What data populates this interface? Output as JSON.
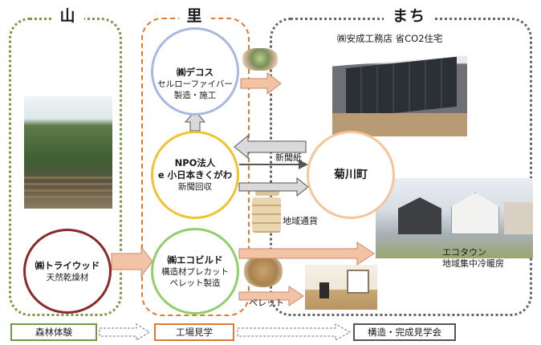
{
  "zones": {
    "yama": "山",
    "sato": "里",
    "machi": "まち"
  },
  "nodes": {
    "decos": {
      "title": "㈱デコス",
      "line1": "セルローファイバー",
      "line2": "製造・施工"
    },
    "npo": {
      "title": "NPO法人",
      "line1": "e 小日本きくがわ",
      "line2": "新聞回収"
    },
    "ecobuild": {
      "title": "㈱エコビルド",
      "line1": "構造材プレカット",
      "line2": "ペレット製造"
    },
    "tryood": {
      "title": "㈱トライウッド",
      "line1": "天然乾燥材"
    },
    "kikugawa": {
      "title": "菊川町"
    }
  },
  "labels": {
    "house": "㈱安成工務店 省CO2住宅",
    "newspaper": "新聞紙",
    "local_currency": "地域通貨",
    "pellet": "ペレット",
    "ecotown_line1": "エコタウン",
    "ecotown_line2": "地域集中冷暖房"
  },
  "bottom": {
    "step1": "森林体験",
    "step2": "工場見学",
    "step3": "構造・完成見学会"
  },
  "colors": {
    "yama": "#7a9a45",
    "sato": "#e07a30",
    "machi": "#666666",
    "arrow_fill": "#f3c3a6",
    "arrow_stroke": "#c98a68",
    "dark_arrow_fill": "#d9d9d9",
    "dark_arrow_stroke": "#555555"
  }
}
